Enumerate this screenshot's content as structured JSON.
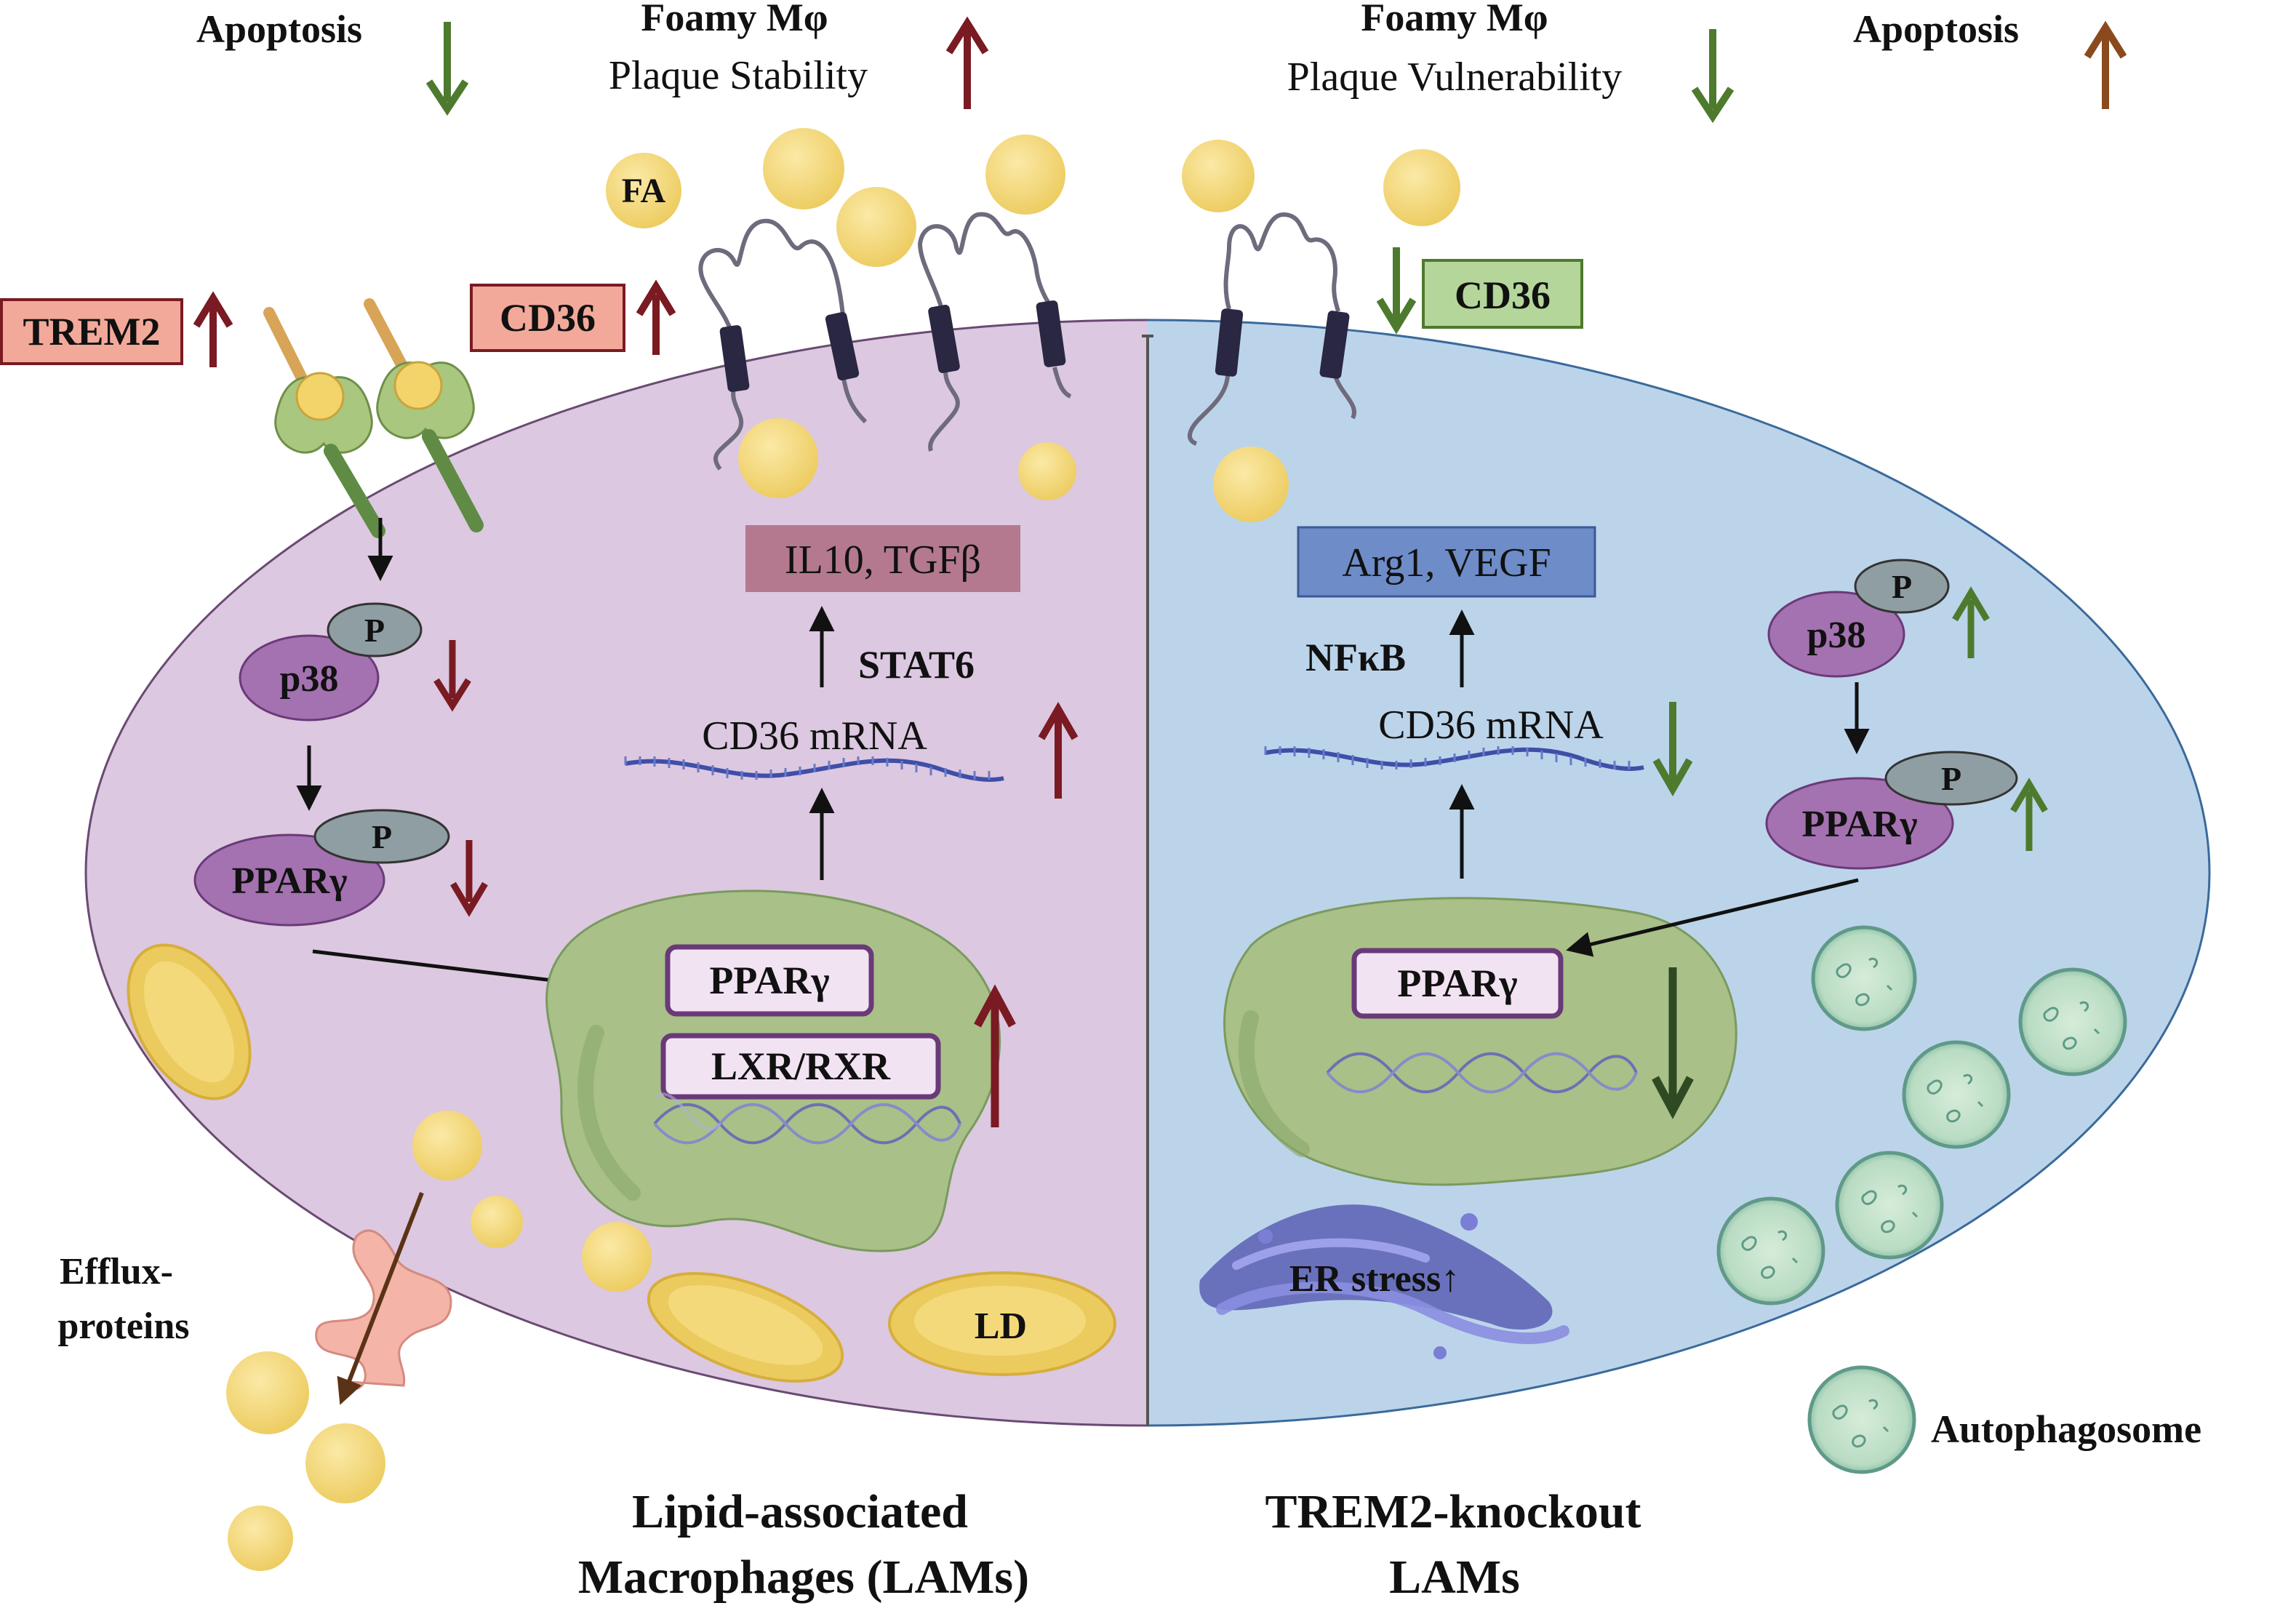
{
  "colors": {
    "lam_cell": "#dcc8e0",
    "ko_cell": "#bcd4ea",
    "nucleus": "#a9c088",
    "lipid": "#f3d97a",
    "up_red": "#7a1a22",
    "down_green": "#4e7a2e",
    "up_green": "#4e7a2e",
    "up_brown": "#8a4a1e",
    "kinase_purple": "#a472b0",
    "phospho_grey": "#8f9ea3",
    "receptor_navy": "#2a2742"
  },
  "top": {
    "left_apoptosis": "Apoptosis",
    "left_foamy": "Foamy Mφ",
    "left_plaque": "Plaque Stability",
    "right_foamy": "Foamy Mφ",
    "right_plaque": "Plaque Vulnerability",
    "right_apoptosis": "Apoptosis"
  },
  "lam": {
    "trem2": "TREM2",
    "cd36": "CD36",
    "fa": "FA",
    "p38": "p38",
    "p": "P",
    "ppar": "PPARγ",
    "ppar_nuc": "PPARγ",
    "lxr": "LXR/RXR",
    "cytokines": "IL10, TGFβ",
    "stat6": "STAT6",
    "mrna": "CD36 mRNA",
    "ld": "LD",
    "efflux": "Efflux-\nproteins",
    "efflux_l1": "Efflux-",
    "efflux_l2": "proteins",
    "title_l1": "Lipid-associated",
    "title_l2": "Macrophages (LAMs)"
  },
  "ko": {
    "cd36": "CD36",
    "cytokines": "Arg1, VEGF",
    "nfkb": "NFκB",
    "mrna": "CD36 mRNA",
    "p38": "p38",
    "p": "P",
    "ppar": "PPARγ",
    "ppar_nuc": "PPARγ",
    "er": "ER stress↑",
    "autophagosome": "Autophagosome",
    "title_l1": "TREM2-knockout",
    "title_l2": "LAMs"
  }
}
